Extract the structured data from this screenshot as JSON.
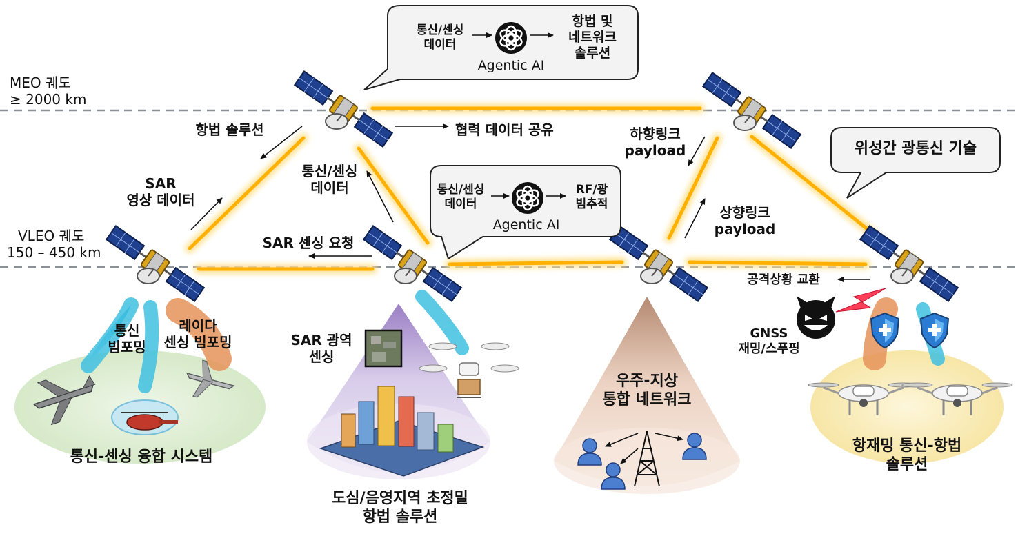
{
  "orbits": {
    "meo": [
      "MEO 궤도",
      "≥ 2000 km"
    ],
    "vleo": [
      "VLEO 궤도",
      "150 – 450 km"
    ]
  },
  "bubbles": {
    "top": {
      "input": [
        "통신/센싱",
        "데이터"
      ],
      "engine": "Agentic AI",
      "output": [
        "항법 및",
        "네트워크",
        "솔루션"
      ]
    },
    "mid": {
      "input": [
        "통신/센싱",
        "데이터"
      ],
      "engine": "Agentic AI",
      "output": [
        "RF/광",
        "빔추적"
      ]
    },
    "right": {
      "text": "위성간 광통신 기술"
    }
  },
  "links": {
    "nav_solution": "항법 솔루션",
    "sar_image_data": [
      "SAR",
      "영상 데이터"
    ],
    "comm_sensing_data": [
      "통신/센싱",
      "데이터"
    ],
    "coop_data_share": "협력 데이터 공유",
    "sar_sensing_request": "SAR 센싱 요청",
    "downlink": [
      "하향링크",
      "payload"
    ],
    "uplink": [
      "상향링크",
      "payload"
    ],
    "attack_exchange": "공격상황 교환"
  },
  "beams": {
    "comm_beamforming": [
      "통신",
      "빔포밍"
    ],
    "radar_beamforming": [
      "레이다",
      "센싱 빔포밍"
    ],
    "sar_wide": [
      "SAR 광역",
      "센싱"
    ],
    "gnss_attack": [
      "GNSS",
      "재밍/스푸핑"
    ],
    "space_ground": [
      "우주-지상",
      "통합 네트워크"
    ]
  },
  "captions": {
    "isac": "통신-센싱 융합 시스템",
    "urban": [
      "도심/음영지역 초정밀",
      "항법 솔루션"
    ],
    "antijam": [
      "항재밍 통신-항법",
      "솔루션"
    ]
  },
  "colors": {
    "laser": "#ffb000",
    "laser_glow": "#ffe08a",
    "orbit_line": "#8a9098",
    "bubble_fill": "#f3f3f3",
    "isac_zone": "#e2efd9",
    "urban_cone": "#d6c9e6",
    "ground_cone": "#f3ddd0",
    "antijam_zone": "#fbf0c8",
    "comm_beam": "#3fbfe0",
    "radar_beam": "#e5935a",
    "jam_bolt": "#ff3e5a"
  },
  "icons": [
    "satellite-icon",
    "openai-logo-icon",
    "airplane-icon",
    "helicopter-icon",
    "uav-icon",
    "delivery-drone-icon",
    "quadcopter-icon",
    "city-icon",
    "cell-tower-icon",
    "user-icon",
    "devil-face-icon",
    "shield-icon",
    "sar-image-icon"
  ]
}
